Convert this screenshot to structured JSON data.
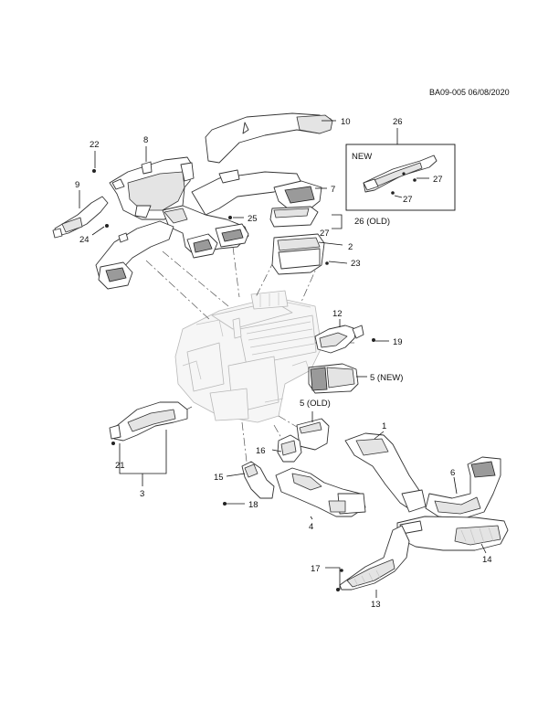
{
  "document_id": "BA09-005 06/08/2020",
  "inset": {
    "title": "NEW"
  },
  "callouts": {
    "c1": "1",
    "c2": "2",
    "c3": "3",
    "c4": "4",
    "c5_new": "5 (NEW)",
    "c5_old": "5 (OLD)",
    "c6": "6",
    "c7": "7",
    "c8": "8",
    "c9": "9",
    "c10": "10",
    "c12": "12",
    "c13": "13",
    "c14": "14",
    "c15": "15",
    "c16": "16",
    "c17": "17",
    "c18": "18",
    "c19": "19",
    "c21": "21",
    "c22": "22",
    "c23": "23",
    "c24": "24",
    "c25": "25",
    "c26_top": "26",
    "c26_old": "26 (OLD)",
    "c27_a": "27",
    "c27_b": "27",
    "c27_c": "27"
  }
}
